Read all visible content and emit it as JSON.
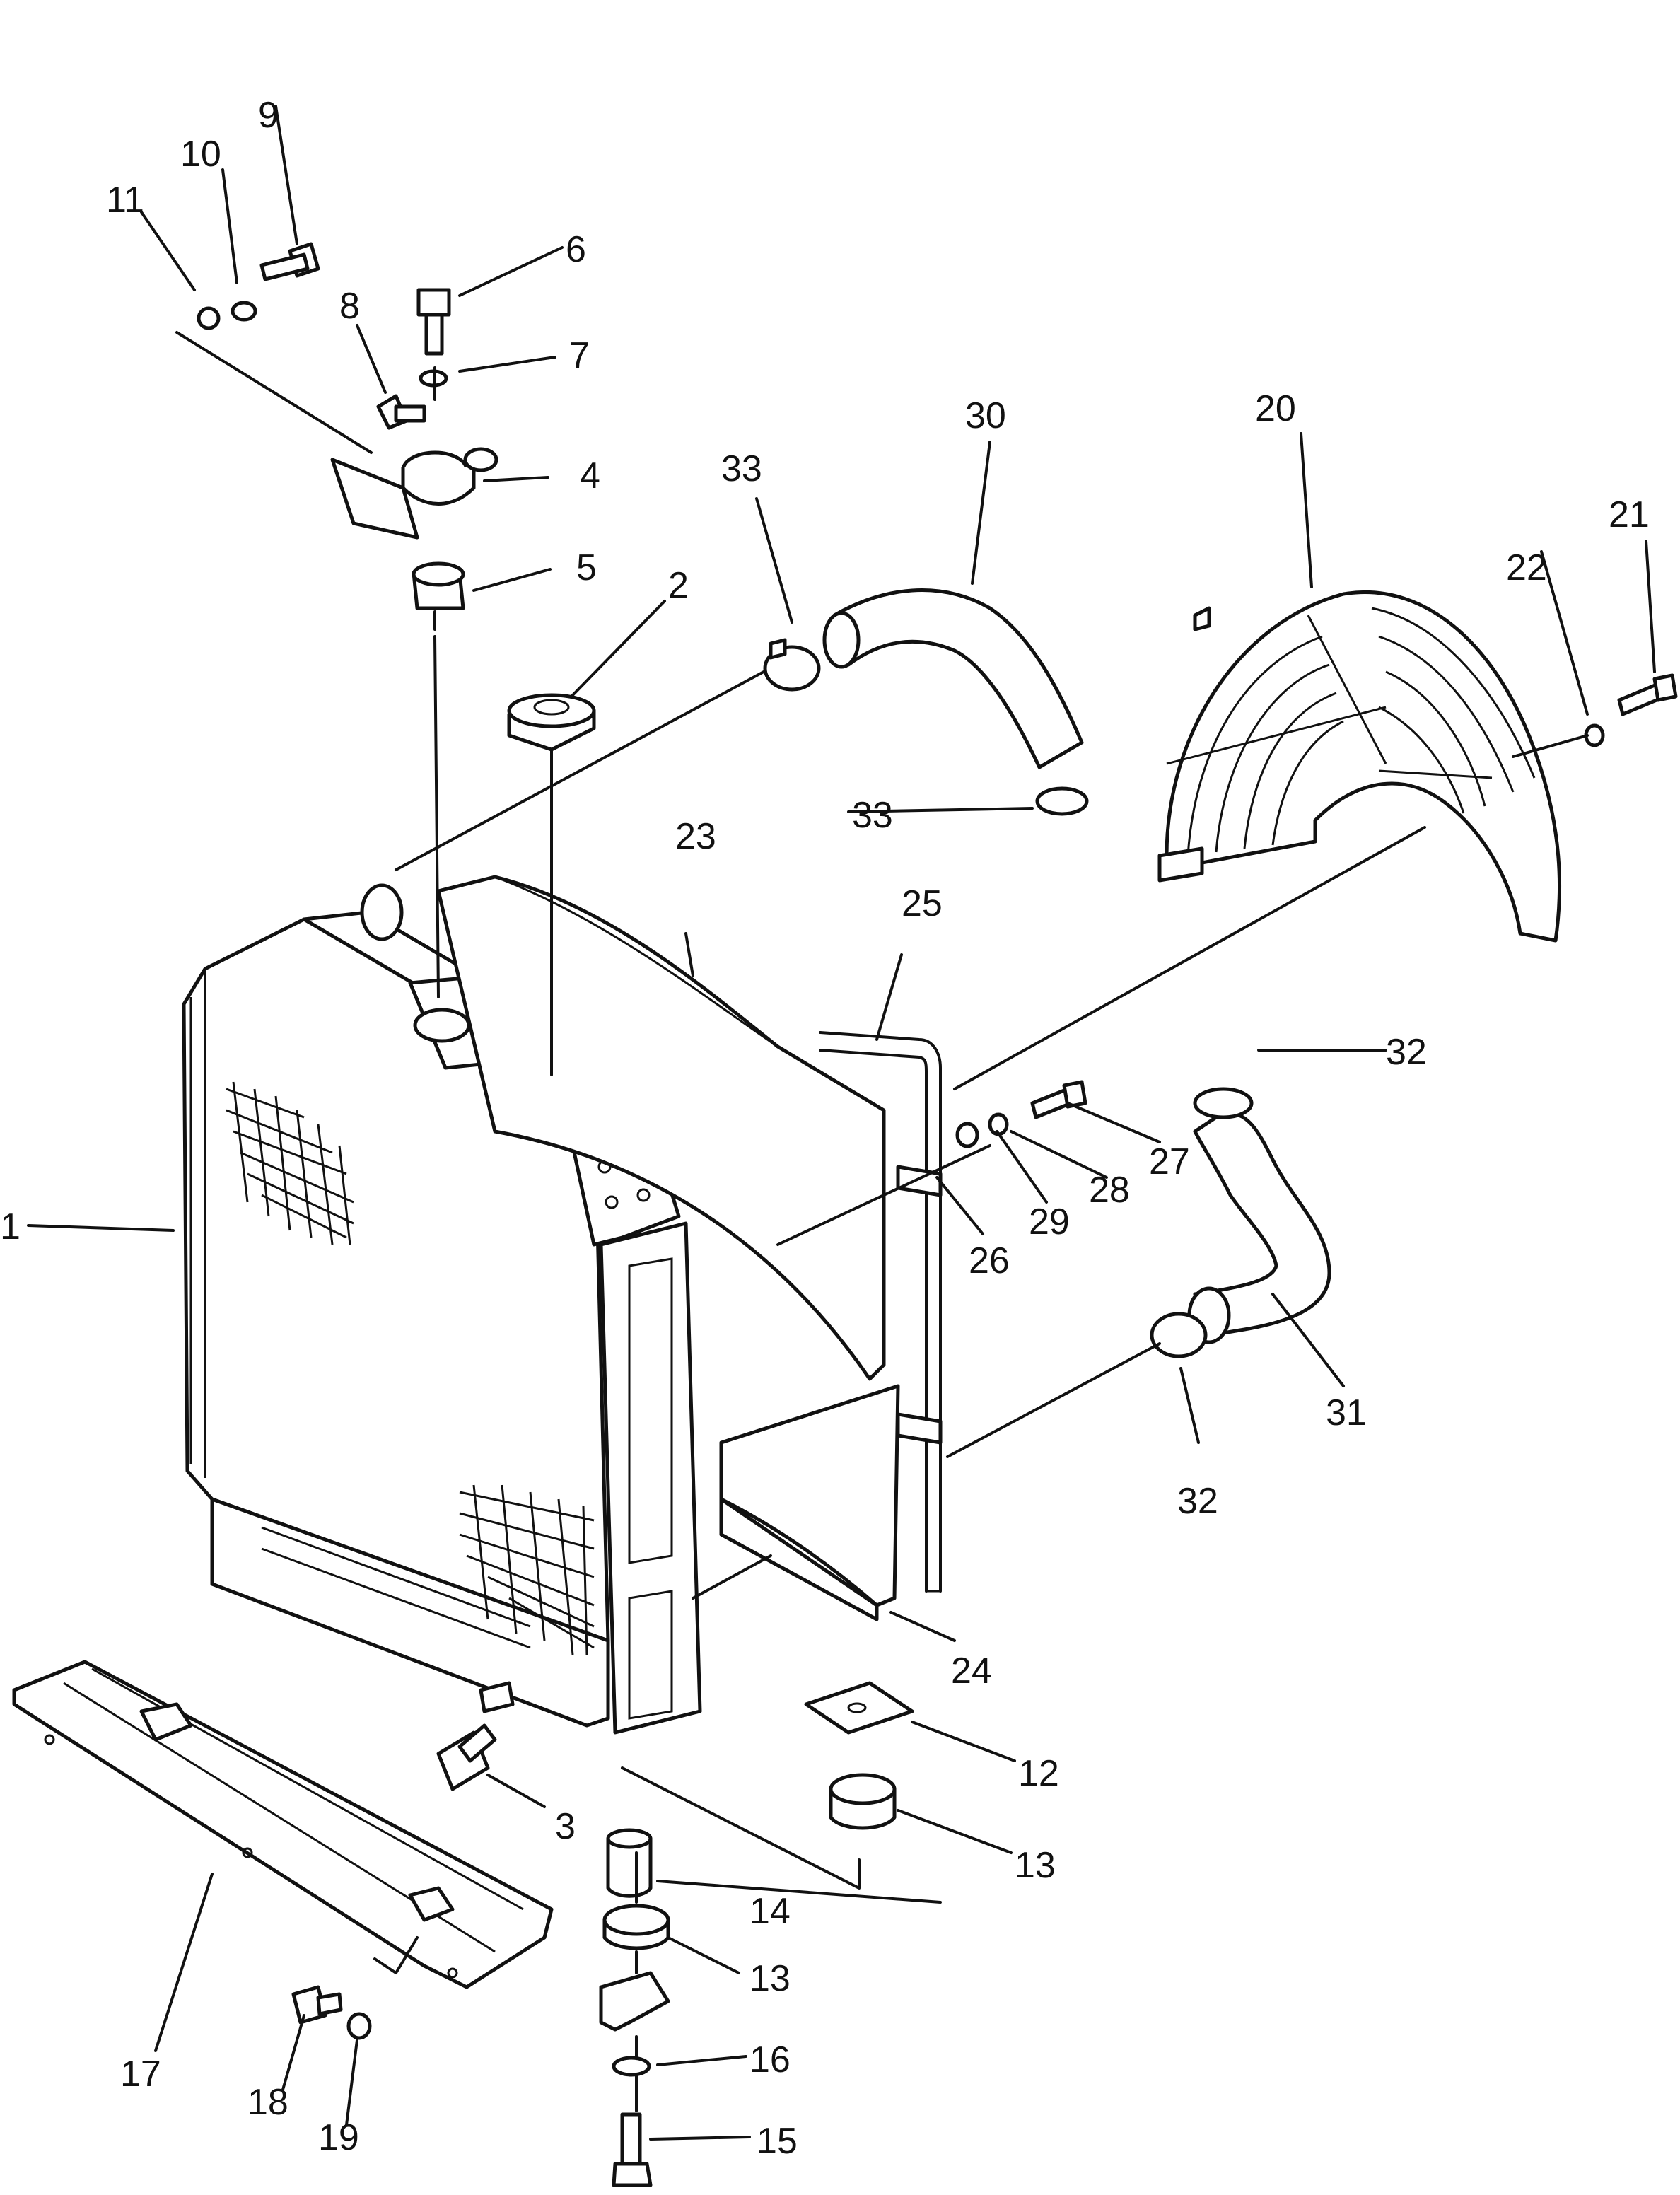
{
  "labels": {
    "p1": "1",
    "p2": "2",
    "p3": "3",
    "p4": "4",
    "p5": "5",
    "p6": "6",
    "p7": "7",
    "p8": "8",
    "p9": "9",
    "p10": "10",
    "p11": "11",
    "p12": "12",
    "p13a": "13",
    "p13b": "13",
    "p14": "14",
    "p15": "15",
    "p16": "16",
    "p17": "17",
    "p18": "18",
    "p19": "19",
    "p20": "20",
    "p21": "21",
    "p22": "22",
    "p23": "23",
    "p24": "24",
    "p25": "25",
    "p26": "26",
    "p27": "27",
    "p28": "28",
    "p29": "29",
    "p30": "30",
    "p31": "31",
    "p32a": "32",
    "p32b": "32",
    "p33a": "33",
    "p33b": "33"
  }
}
